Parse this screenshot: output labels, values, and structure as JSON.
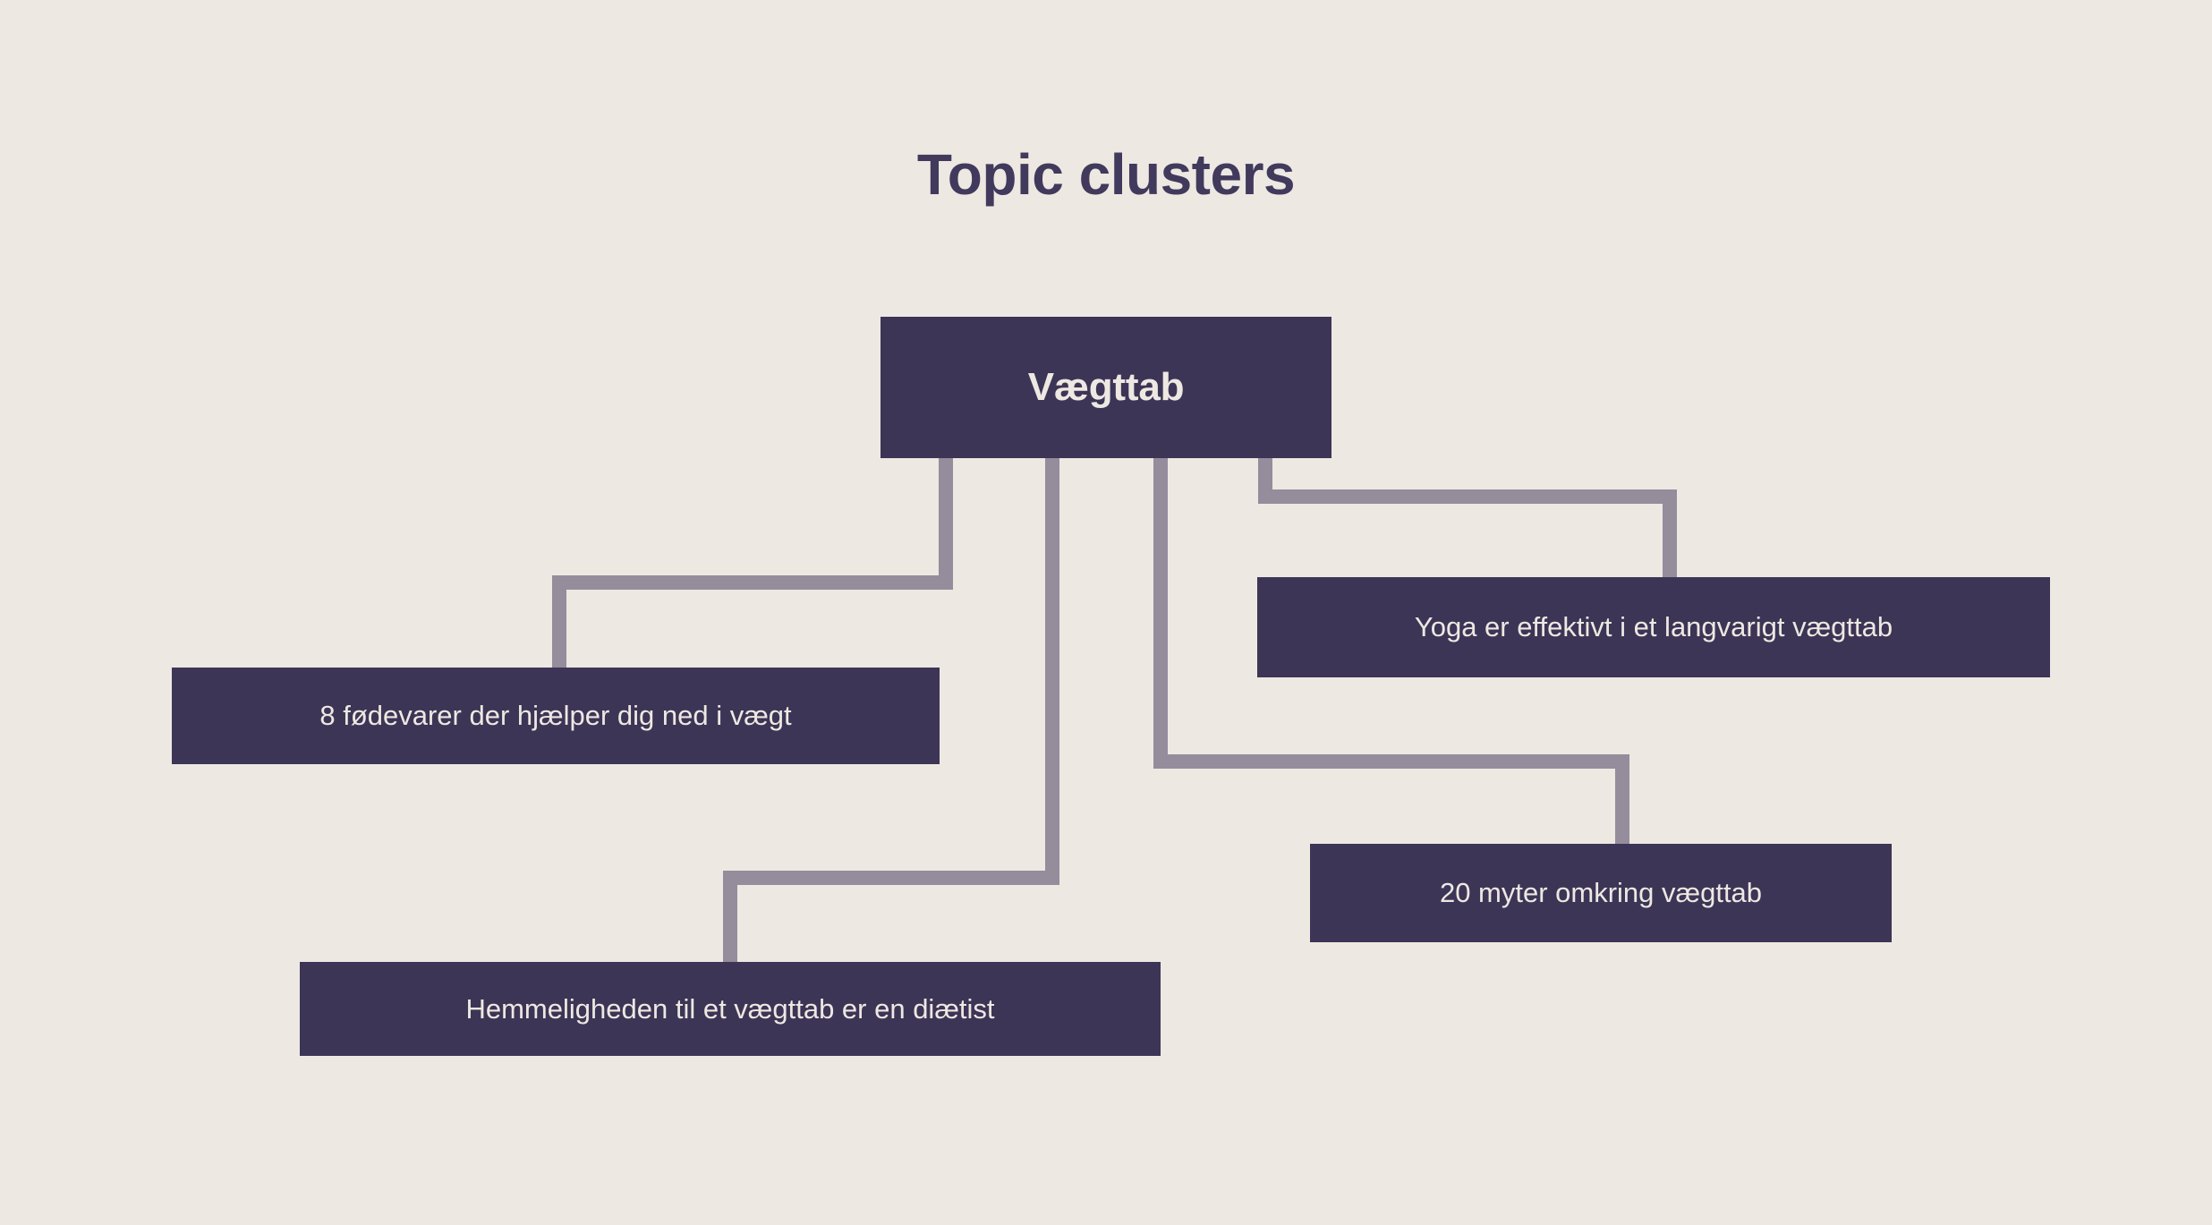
{
  "page": {
    "title": "Topic clusters",
    "background_color": "#EDE8E2",
    "node_color": "#3D3556",
    "node_text_color": "#EDE8E2",
    "connector_color": "#958C9C",
    "title_color": "#413A5C"
  },
  "diagram": {
    "type": "topic-cluster-tree",
    "root": {
      "label": "Vægttab"
    },
    "children": [
      {
        "label": "8 fødevarer der hjælper dig ned i vægt"
      },
      {
        "label": "Hemmeligheden til et vægttab er en diætist"
      },
      {
        "label": "Yoga er effektivt i et langvarigt vægttab"
      },
      {
        "label": "20 myter omkring vægttab"
      }
    ]
  }
}
